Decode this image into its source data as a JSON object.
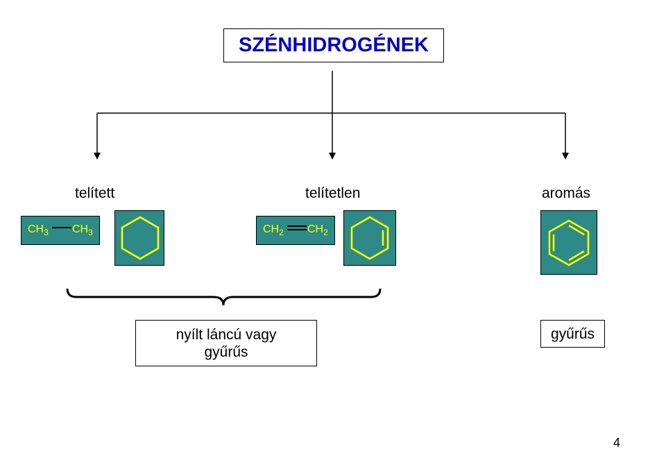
{
  "title": "SZÉNHIDROGÉNEK",
  "categories": {
    "saturated": "telített",
    "unsaturated": "telítetlen",
    "aromatic": "aromás"
  },
  "formulas": {
    "ethane": {
      "left": "CH",
      "left_sub": "3",
      "right": "CH",
      "right_sub": "3"
    },
    "ethene": {
      "left": "CH",
      "left_sub": "2",
      "right": "CH",
      "right_sub": "2"
    }
  },
  "notes": {
    "open_or_ring_line1": "nyílt láncú vagy",
    "open_or_ring_line2": "gyűrűs",
    "ring": "gyűrűs"
  },
  "page_number": "4",
  "colors": {
    "title": "#0000cc",
    "box_fill": "#2e8a86",
    "structure": "#ffff00"
  }
}
